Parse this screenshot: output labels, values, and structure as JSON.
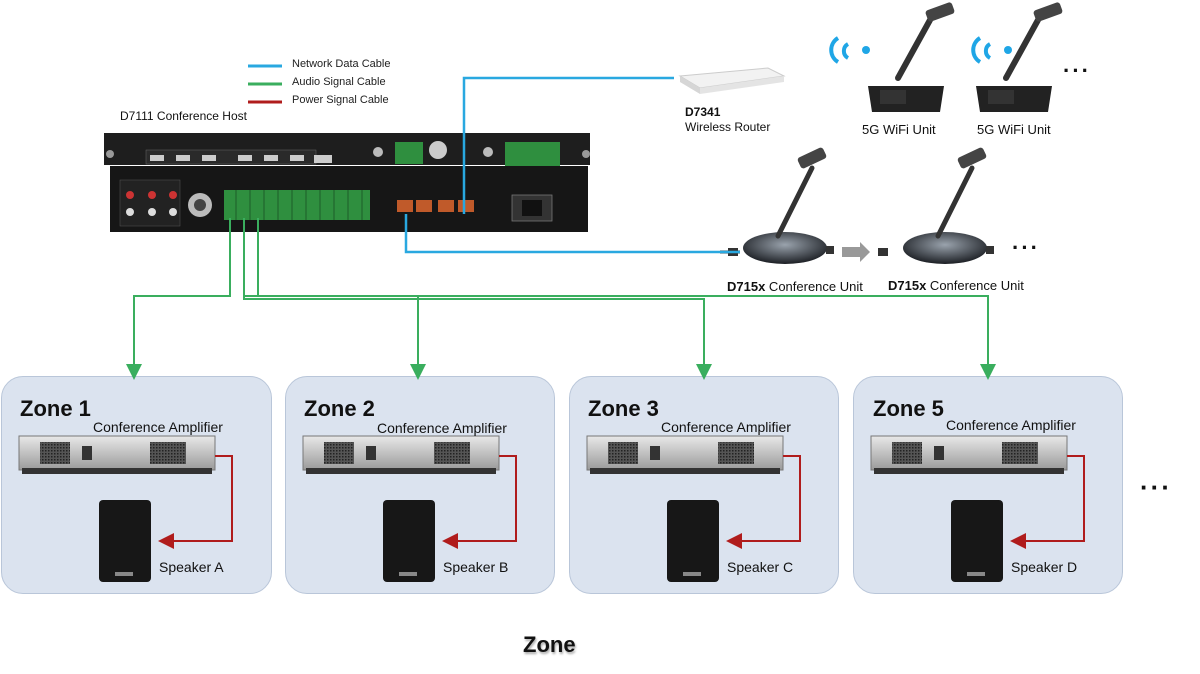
{
  "legend": [
    {
      "label": "Network Data Cable",
      "color": "#29a8e0"
    },
    {
      "label": "Audio Signal Cable",
      "color": "#3aae5e"
    },
    {
      "label": "Power Signal Cable",
      "color": "#b01c1c"
    }
  ],
  "host": {
    "label": "D7111 Conference Host"
  },
  "router": {
    "model": "D7341",
    "name": "Wireless Router"
  },
  "wifi_units": [
    {
      "label": "5G WiFi Unit"
    },
    {
      "label": "5G WiFi Unit"
    }
  ],
  "wifi_more": "···",
  "conference_units": [
    {
      "model": "D715x",
      "name": " Conference Unit"
    },
    {
      "model": "D715x",
      "name": " Conference Unit"
    }
  ],
  "conf_more": "···",
  "zones": [
    {
      "title": "Zone 1",
      "amp": "Conference Amplifier",
      "speaker": "Speaker A"
    },
    {
      "title": "Zone 2",
      "amp": "Conference Amplifier",
      "speaker": "Speaker B"
    },
    {
      "title": "Zone 3",
      "amp": "Conference Amplifier",
      "speaker": "Speaker C"
    },
    {
      "title": "Zone 5",
      "amp": "Conference Amplifier",
      "speaker": "Speaker D"
    }
  ],
  "zones_more": "···",
  "caption": "Zone"
}
